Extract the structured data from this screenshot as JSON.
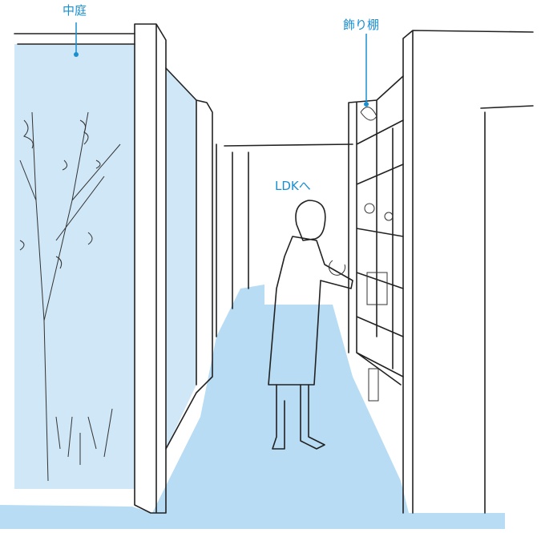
{
  "labels": {
    "courtyard": "中庭",
    "display_shelf": "飾り棚",
    "to_ldk": "LDKへ"
  },
  "colors": {
    "accent": "#1a8fd0",
    "glass": "#cfe7f6",
    "floor": "#b7dcf3",
    "line": "#222222"
  }
}
